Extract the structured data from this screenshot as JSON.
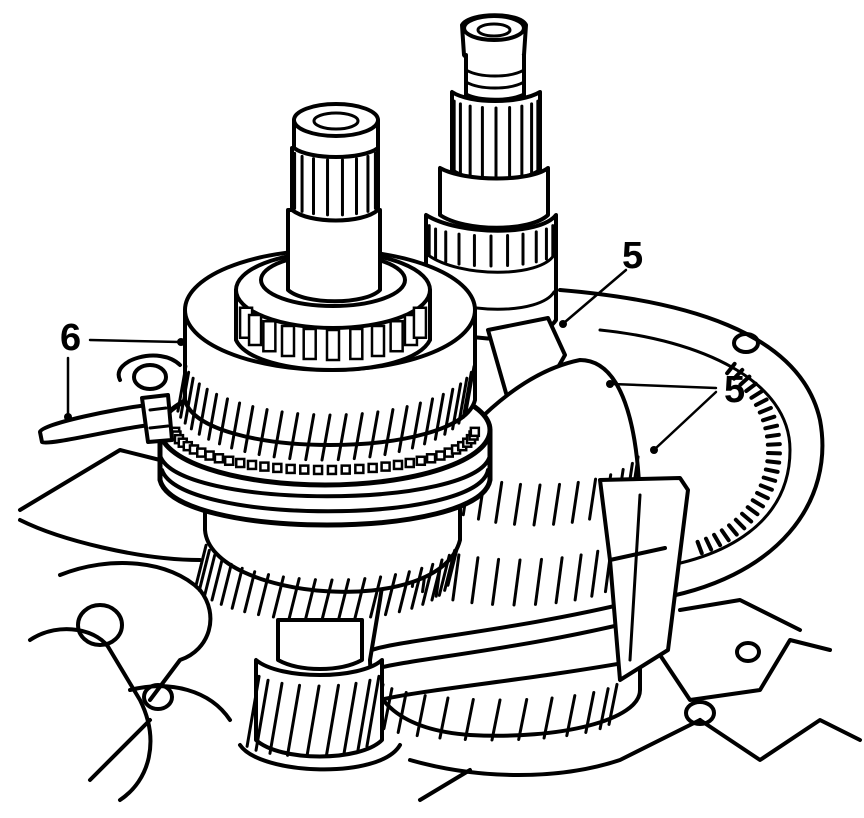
{
  "colors": {
    "ink": "#000000",
    "paper": "#ffffff"
  },
  "callouts": {
    "label_6": "6",
    "label_5_top": "5",
    "label_5_right": "5"
  }
}
